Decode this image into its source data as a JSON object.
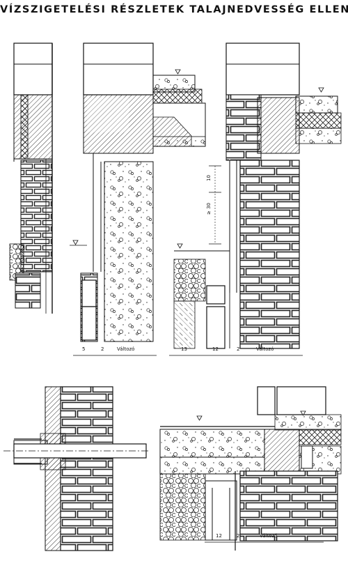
{
  "title": "VÍZSZIGETELÉSI RÉSZLETEK TALAJNEDVESSÉG ELLEN",
  "details": [
    {
      "dimensions": [
        "5",
        "2",
        "Változó"
      ]
    },
    {
      "dimensions": [
        "13",
        "12",
        "2",
        "Változó"
      ],
      "vertical_dimensions": [
        "10",
        "≥ 30"
      ]
    },
    {
      "dimensions": []
    },
    {
      "dimensions": [
        "12",
        "2",
        "Változó"
      ]
    }
  ]
}
